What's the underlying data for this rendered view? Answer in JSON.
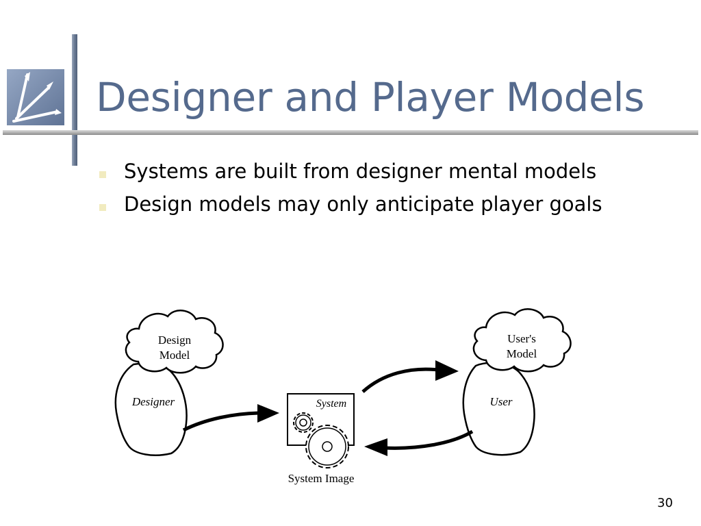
{
  "slide": {
    "title": "Designer and Player Models",
    "bullets": [
      "Systems are built from designer mental models",
      "Design models may only anticipate player goals"
    ],
    "page_number": "30"
  },
  "diagram": {
    "design_model": [
      "Design",
      "Model"
    ],
    "designer": "Designer",
    "system": "System",
    "system_image": "System Image",
    "users_model": [
      "User's",
      "Model"
    ],
    "user": "User"
  },
  "colors": {
    "title": "#556a8d",
    "bullet": "#f1ebbf",
    "bar": "#6d7d97"
  }
}
